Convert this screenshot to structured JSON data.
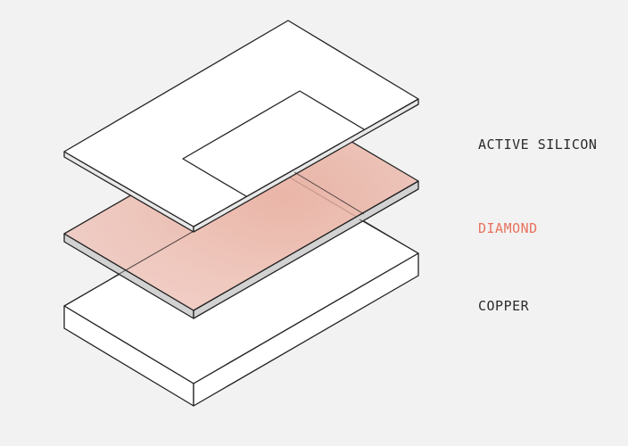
{
  "layers": [
    {
      "id": "silicon",
      "label": "ACTIVE SILICON",
      "color": "#2b2b2b"
    },
    {
      "id": "diamond",
      "label": "DIAMOND",
      "color": "#e8725c"
    },
    {
      "id": "copper",
      "label": "COPPER",
      "color": "#2b2b2b"
    }
  ],
  "colors": {
    "background": "#f2f2f2",
    "outline": "#222222",
    "face_white": "#ffffff",
    "diamond_fill": "#e8b4a8",
    "diamond_edge": "#d2d2d2"
  }
}
